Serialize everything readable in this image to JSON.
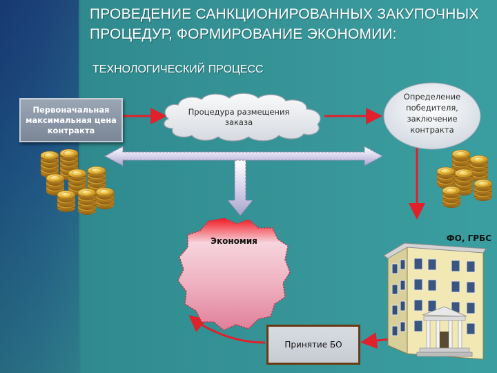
{
  "header": {
    "title": "ПРОВЕДЕНИЕ САНКЦИОНИРОВАННЫХ ЗАКУПОЧНЫХ ПРОЦЕДУР, ФОРМИРОВАНИЕ ЭКОНОМИИ:",
    "subtitle": "ТЕХНОЛОГИЧЕСКИЙ ПРОЦЕСС"
  },
  "nodes": {
    "initial_price": "Первоначальная максимальная цена контракта",
    "procedure": "Процедура размещения заказа",
    "winner": "Определение победителя, заключение контракта",
    "savings": "Экономия",
    "authority": "ФО, ГРБС",
    "obligations": "Принятие БО"
  },
  "icons": [
    "coin-stack-icon",
    "coin-stack-icon",
    "building-icon"
  ],
  "colors": {
    "background": "#3a9ea0",
    "red_arrow": "#e0202a",
    "pink_star": "#e8a0b0",
    "box_border": "#6b3a12"
  }
}
